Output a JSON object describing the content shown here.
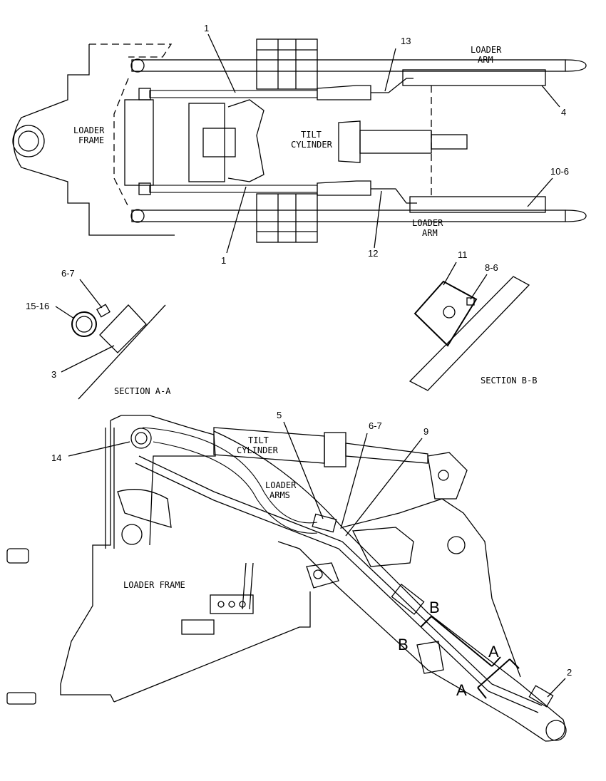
{
  "top_view": {
    "loader_frame": [
      "LOADER",
      "FRAME"
    ],
    "tilt_cylinder": [
      "TILT",
      "CYLINDER"
    ],
    "loader_arm_top": [
      "LOADER",
      "ARM"
    ],
    "loader_arm_bottom": [
      "LOADER",
      "ARM"
    ],
    "callouts": {
      "c1a": "1",
      "c1b": "1",
      "c13": "13",
      "c4": "4",
      "c10_6": "10-6",
      "c12": "12"
    }
  },
  "section_a": {
    "title": "SECTION A-A",
    "callouts": {
      "c6_7": "6-7",
      "c15_16": "15-16",
      "c3": "3"
    }
  },
  "section_b": {
    "title": "SECTION B-B",
    "callouts": {
      "c11": "11",
      "c8_6": "8-6"
    }
  },
  "side_view": {
    "tilt_cylinder": [
      "TILT",
      "CYLINDER"
    ],
    "loader_arms": [
      "LOADER",
      "ARMS"
    ],
    "loader_frame": "LOADER FRAME",
    "callouts": {
      "c5": "5",
      "c6_7": "6-7",
      "c9": "9",
      "c14": "14",
      "c2": "2"
    },
    "section_markers": {
      "b_top": "B",
      "b_left": "B",
      "a_top": "A",
      "a_bottom": "A"
    }
  }
}
